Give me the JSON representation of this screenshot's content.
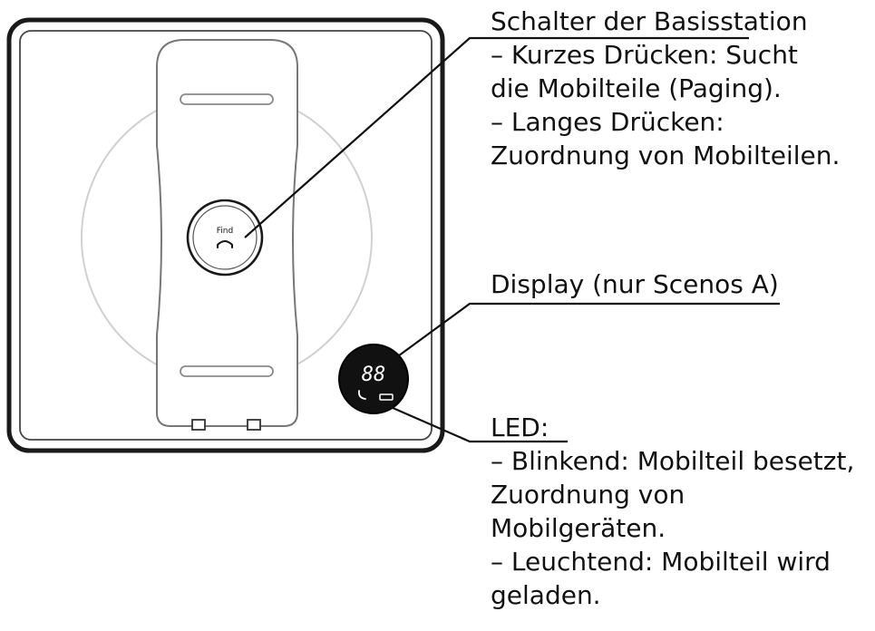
{
  "device": {
    "find_button": {
      "label": "Find",
      "icon": "phone-handset-icon"
    },
    "display": {
      "digits": "88",
      "icons": [
        "phone-icon",
        "battery-icon"
      ]
    },
    "colors": {
      "outline": "#1a1a1a",
      "display_bg": "#111111",
      "display_fg": "#ffffff",
      "charge_circle": "#d8d8d8"
    }
  },
  "callouts": {
    "base_switch": {
      "title": "Schalter der Basisstation",
      "lines": [
        "– Kurzes Drücken: Sucht",
        "die Mobilteile (Paging).",
        "– Langes Drücken:",
        "Zuordnung von Mobilteilen."
      ]
    },
    "display": {
      "title": "Display (nur Scenos A)"
    },
    "led": {
      "title": "LED:",
      "lines": [
        "– Blinkend: Mobilteil besetzt,",
        "Zuordnung von",
        "Mobilgeräten.",
        "– Leuchtend: Mobilteil wird",
        "geladen."
      ]
    }
  }
}
